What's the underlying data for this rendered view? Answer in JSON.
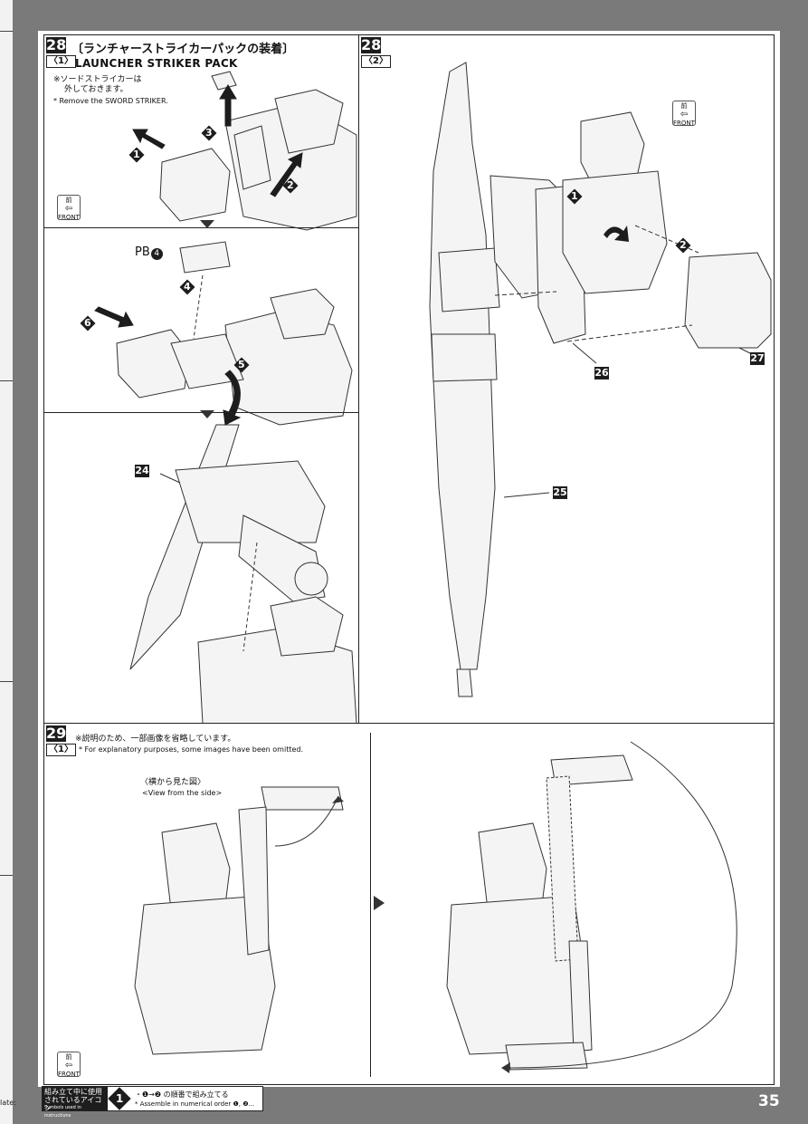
{
  "page_number": "35",
  "left_fragment": "late:",
  "step28": {
    "number": "28",
    "title_jp": "〔ランチャーストライカーパックの装着〕",
    "sub1": {
      "label": "〈1〉",
      "title_en": "LAUNCHER STRIKER PACK",
      "note_jp_line1": "※ソードストライカーは",
      "note_jp_line2": "外しておきます。",
      "note_en": "* Remove the SWORD STRIKER.",
      "front_jp": "前",
      "front_en": "FRONT",
      "pb_label": "PB",
      "pb_num": "4",
      "part_24": "24",
      "arrows": [
        "1",
        "2",
        "3",
        "4",
        "5",
        "6"
      ]
    },
    "sub2": {
      "number": "28",
      "label": "〈2〉",
      "front_jp": "前",
      "front_en": "FRONT",
      "part_25": "25",
      "part_26": "26",
      "part_27": "27",
      "arrows": [
        "1",
        "2"
      ]
    }
  },
  "step29": {
    "number": "29",
    "label": "〈1〉",
    "note_jp": "※説明のため、一部画像を省略しています。",
    "note_en": "* For explanatory purposes, some images have been omitted.",
    "view_jp": "〈横から見た図〉",
    "view_en": "<View from the side>",
    "front_jp": "前",
    "front_en": "FRONT"
  },
  "legend": {
    "title_jp_line1": "組み立て中に使用",
    "title_jp_line2": "されているアイコン",
    "title_en": "Symbols used in instructions",
    "badge": "1",
    "desc_jp": "・❶→❷ の順番で組み立てる",
    "desc_en": "* Assemble in numerical order ❶, ❷..."
  }
}
